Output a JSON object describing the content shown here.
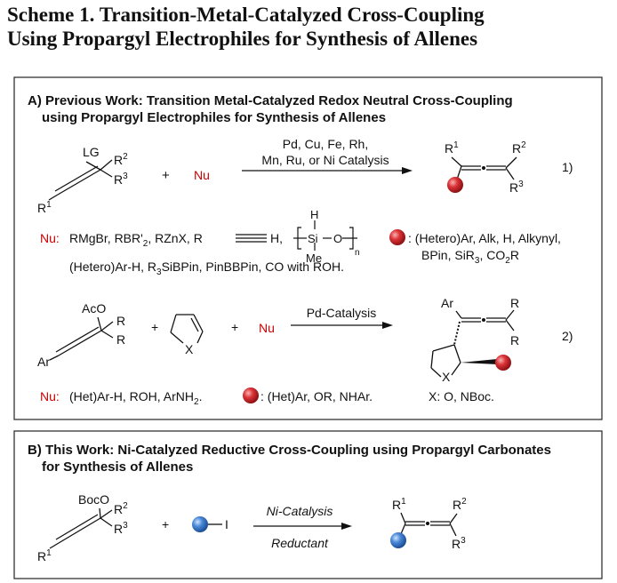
{
  "title": {
    "line1": "Scheme 1. Transition-Metal-Catalyzed Cross-Coupling",
    "line2": "Using Propargyl Electrophiles for Synthesis of Allenes"
  },
  "colors": {
    "nu_red": "#cc0000",
    "red_ball": "#d9262a",
    "blue_ball": "#3f7fd0",
    "frame": "#333333"
  },
  "panel_a": {
    "heading_line1": "A) Previous Work: Transition Metal-Catalyzed Redox Neutral Cross-Coupling",
    "heading_line2": "using Propargyl Electrophiles for Synthesis of Allenes",
    "rxn1": {
      "lg": "LG",
      "r2": "R",
      "r2_sup": "2",
      "r3": "R",
      "r3_sup": "3",
      "r1": "R",
      "r1_sup": "1",
      "plus": "+",
      "nu": "Nu",
      "cond_line1": "Pd, Cu, Fe, Rh,",
      "cond_line2": "Mn, Ru, or Ni Catalysis",
      "number": "1)"
    },
    "nu_list": {
      "label": "Nu:",
      "line1_a": "RMgBr, RBR'",
      "line1_sub": "2",
      "line1_b": ", RZnX, R",
      "line1_c": "H,",
      "siloxane_h": "H",
      "siloxane_si": "Si",
      "siloxane_o": "O",
      "siloxane_me": "Me",
      "siloxane_n": "n",
      "line2_a": "(Hetero)Ar-H, R",
      "line2_sub1": "3",
      "line2_b": "SiBPin, PinBBPin, CO with ROH."
    },
    "ball_list": {
      "line1": ": (Hetero)Ar, Alk, H, Alkynyl,",
      "line2_a": "BPin, SiR",
      "line2_sub1": "3",
      "line2_b": ", CO",
      "line2_sub2": "2",
      "line2_c": "R"
    },
    "rxn2": {
      "aco": "AcO",
      "r_top": "R",
      "r_bot": "R",
      "ar": "Ar",
      "ring_x": "X",
      "plus1": "+",
      "plus2": "+",
      "nu": "Nu",
      "condition": "Pd-Catalysis",
      "prod_ar": "Ar",
      "prod_r1": "R",
      "prod_r2": "R",
      "prod_x": "X",
      "number": "2)"
    },
    "rxn2_notes": {
      "nu_label": "Nu:",
      "nu_text_a": "(Het)Ar-H, ROH, ArNH",
      "nu_sub": "2",
      "nu_text_b": ".",
      "ball_text": ": (Het)Ar, OR, NHAr.",
      "x_text": "X: O, NBoc."
    }
  },
  "panel_b": {
    "heading_line1": "B) This Work: Ni-Catalyzed Reductive Cross-Coupling using Propargyl Carbonates",
    "heading_line2": "for Synthesis of Allenes",
    "boco": "BocO",
    "r2": "R",
    "r2_sup": "2",
    "r3": "R",
    "r3_sup": "3",
    "r1": "R",
    "r1_sup": "1",
    "plus": "+",
    "iodide": "I",
    "cond_top": "Ni-Catalysis",
    "cond_bottom": "Reductant",
    "prod_r1": "R",
    "prod_r1_sup": "1",
    "prod_r2": "R",
    "prod_r2_sup": "2",
    "prod_r3": "R",
    "prod_r3_sup": "3"
  }
}
